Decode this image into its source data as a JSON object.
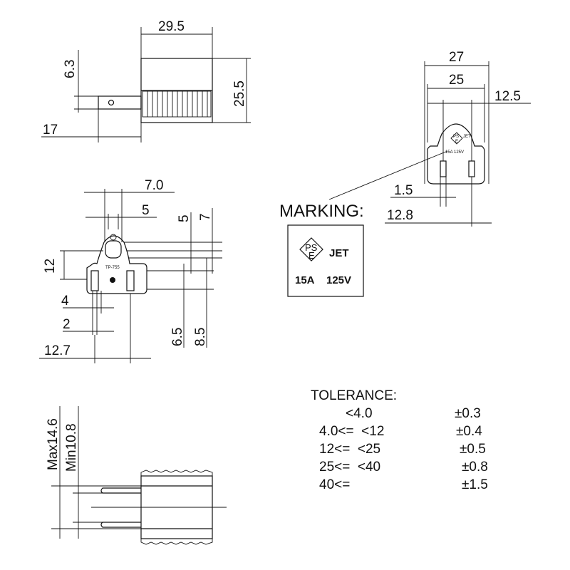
{
  "top_view": {
    "dims": {
      "width": "29.5",
      "blade_offset": "6.3",
      "height": "25.5",
      "blade_length": "17"
    }
  },
  "front_view": {
    "dims": {
      "width_outer": "27",
      "width_inner": "25",
      "blade_spacing": "12.5",
      "blade_thickness": "1.5",
      "center_offset": "12.8"
    },
    "marking_small": {
      "pse_top": "PS",
      "pse_bottom": "E",
      "rating": "15A 125V",
      "jet": "JET"
    }
  },
  "marking": {
    "title": "MARKING:",
    "pse_top": "PS",
    "pse_bottom": "E",
    "jet": "JET",
    "current": "15A",
    "voltage": "125V"
  },
  "side_view": {
    "dims": {
      "d70": "7.0",
      "d5": "5",
      "d5v": "5",
      "d7": "7",
      "d12": "12",
      "d4": "4",
      "d2": "2",
      "d65": "6.5",
      "d85": "8.5",
      "d127": "12.7"
    },
    "model": "TP-755"
  },
  "bottom_view": {
    "dims": {
      "max": "Max14.6",
      "min": "Min10.8"
    }
  },
  "tolerance": {
    "title": "TOLERANCE:",
    "rows": [
      {
        "range": "<4.0",
        "value": "±0.3"
      },
      {
        "range": "4.0<=  <12",
        "value": "±0.4"
      },
      {
        "range": "12<=  <25",
        "value": "±0.5"
      },
      {
        "range": "25<=  <40",
        "value": "±0.8"
      },
      {
        "range": "40<=",
        "value": "±1.5"
      }
    ]
  }
}
